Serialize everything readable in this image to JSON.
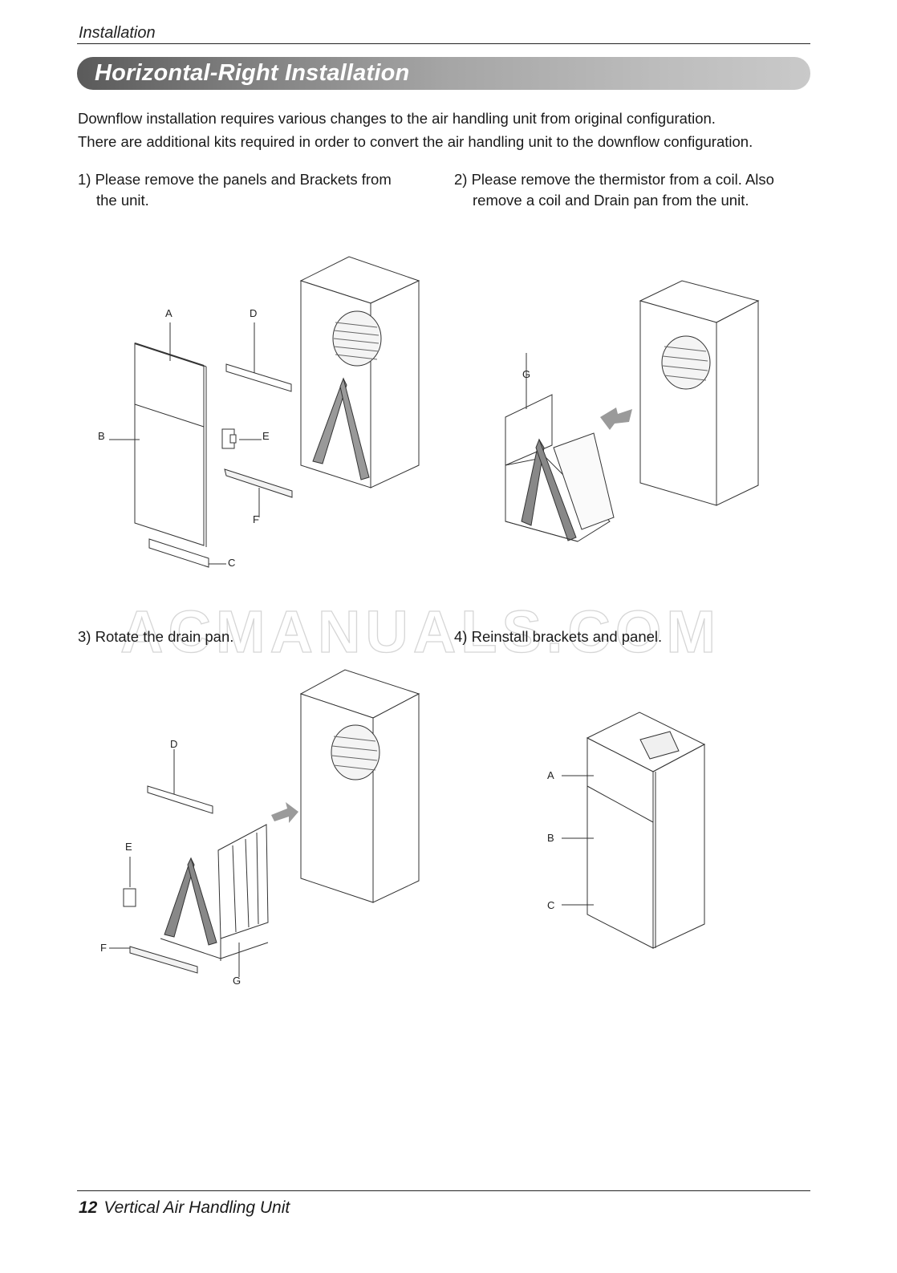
{
  "header": {
    "section_label": "Installation",
    "title": "Horizontal-Right Installation"
  },
  "intro": {
    "line1": "Downflow installation requires various changes to the air handling unit from original configuration.",
    "line2": "There are additional kits required in order to convert the air handling unit to the downflow configuration."
  },
  "steps": [
    {
      "number": "1)",
      "line1": "Please remove the panels and Brackets from",
      "line2": "the unit."
    },
    {
      "number": "2)",
      "line1": "Please remove the thermistor from a coil. Also",
      "line2": "remove a coil and Drain pan from the unit."
    },
    {
      "number": "3)",
      "line1": "Rotate the drain pan.",
      "line2": ""
    },
    {
      "number": "4)",
      "line1": "Reinstall brackets and panel.",
      "line2": ""
    }
  ],
  "figures": {
    "fig1": {
      "labels": {
        "A": "A",
        "B": "B",
        "C": "C",
        "D": "D",
        "E": "E",
        "F": "F"
      }
    },
    "fig2": {
      "labels": {
        "G": "G"
      }
    },
    "fig3": {
      "labels": {
        "D": "D",
        "E": "E",
        "F": "F",
        "G": "G"
      }
    },
    "fig4": {
      "labels": {
        "A": "A",
        "B": "B",
        "C": "C"
      }
    }
  },
  "watermark": "ACMANUALS.COM",
  "footer": {
    "page_number": "12",
    "title": "Vertical Air Handling Unit"
  },
  "colors": {
    "banner_dark": "#5a5a5a",
    "banner_light": "#c9c9c9",
    "arrow": "#9a9a9a"
  }
}
